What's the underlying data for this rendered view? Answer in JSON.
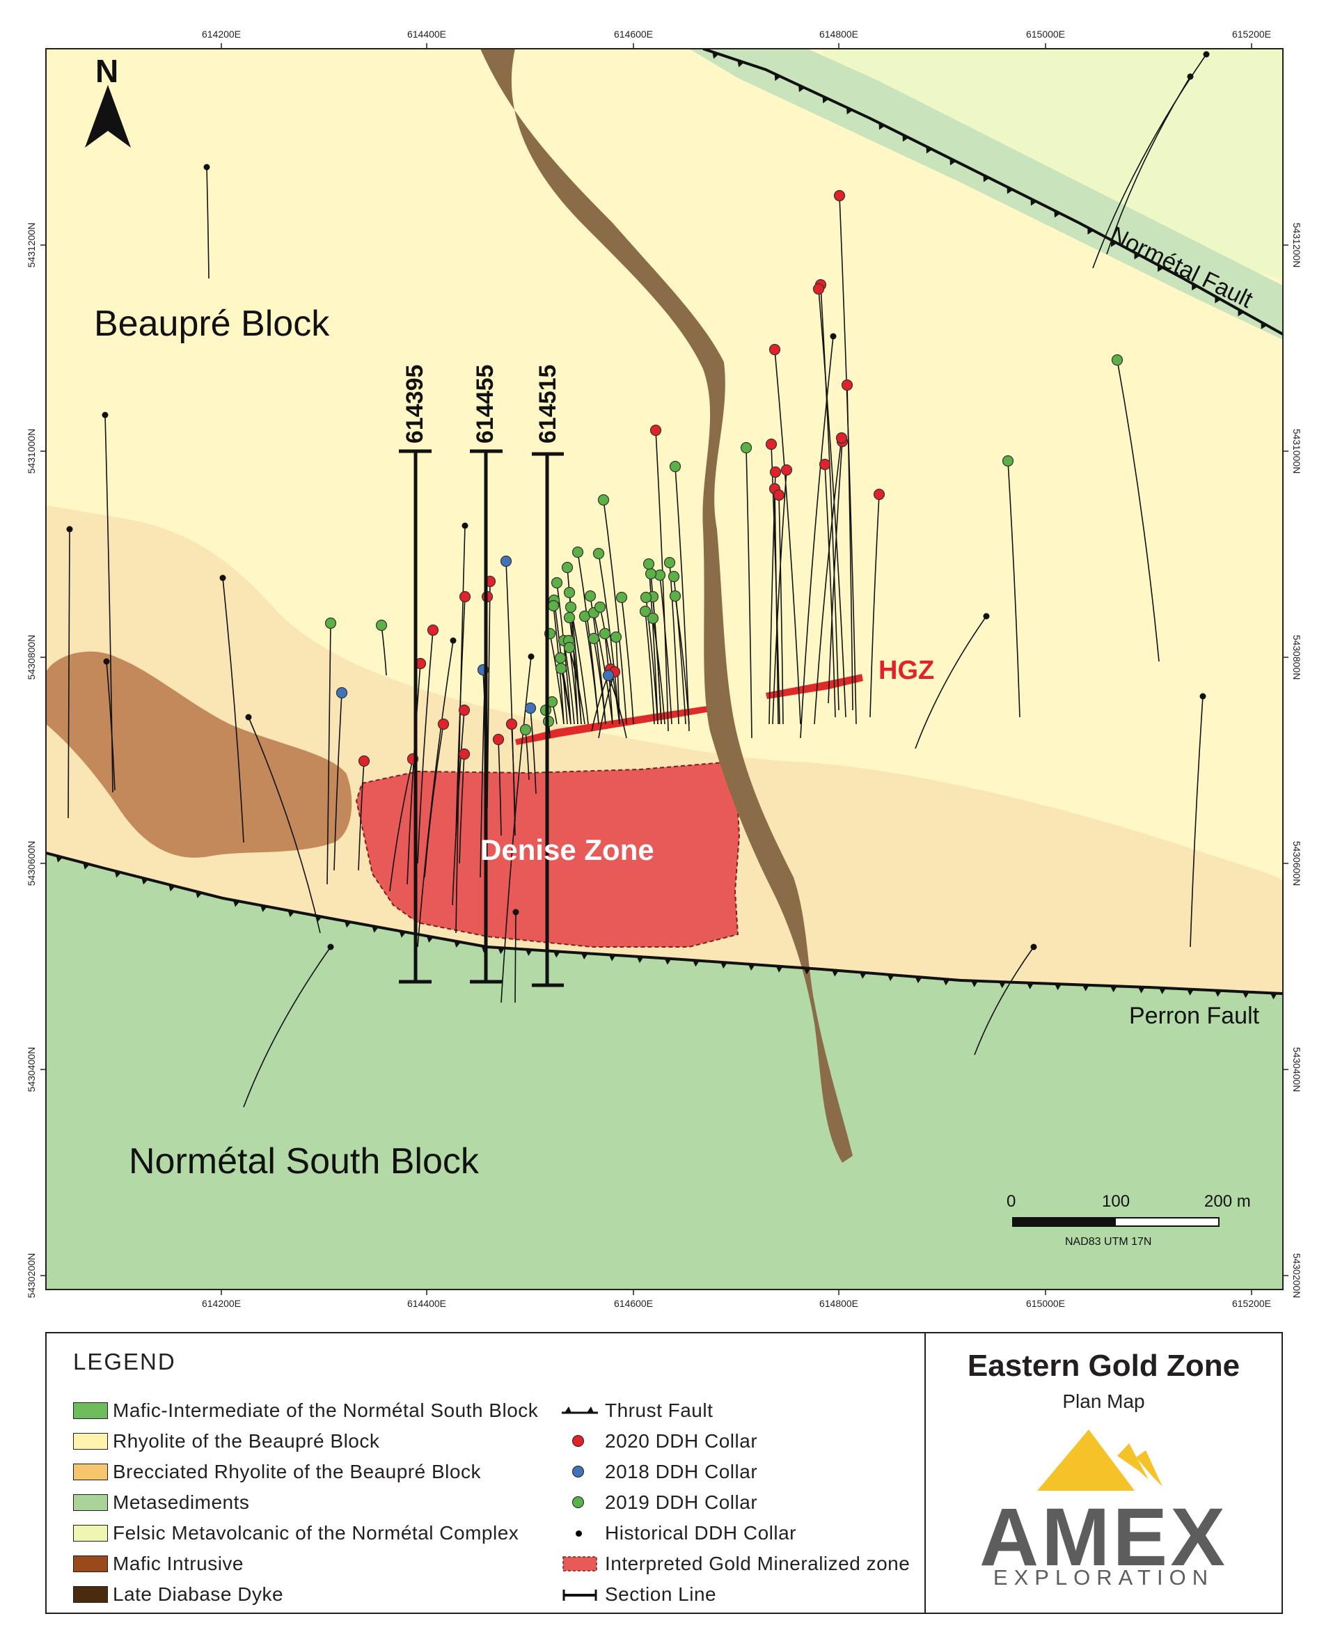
{
  "map": {
    "north_label": "N",
    "easting_labels": [
      "614200E",
      "614400E",
      "614600E",
      "614800E",
      "615000E",
      "615200E"
    ],
    "northing_labels": [
      "5431200N",
      "5431000N",
      "5430800N",
      "5430600N",
      "5430400N",
      "5430200N"
    ],
    "section_lines": [
      "614395",
      "614455",
      "614515"
    ],
    "labels": {
      "beaupre_block": "Beaupré Block",
      "normetal_south_block": "Normétal South Block",
      "normetal_fault": "Normétal Fault",
      "perron_fault": "Perron Fault",
      "hgz": "HGZ",
      "denise_zone": "Denise Zone"
    },
    "scale_bar": {
      "ticks": [
        "0",
        "100",
        "200 m"
      ],
      "datum": "NAD83 UTM 17N"
    }
  },
  "legend": {
    "title": "LEGEND",
    "units": [
      {
        "label": "Mafic-Intermediate of the Normétal South Block",
        "color": "#6dbd5e"
      },
      {
        "label": "Rhyolite of the Beaupré Block",
        "color": "#fff3ad"
      },
      {
        "label": "Brecciated Rhyolite of the Beaupré Block",
        "color": "#f6c56e"
      },
      {
        "label": "Metasediments",
        "color": "#a8d499"
      },
      {
        "label": "Felsic Metavolcanic of the Normétal Complex",
        "color": "#eef6b2"
      },
      {
        "label": "Mafic Intrusive",
        "color": "#9a4a1a"
      },
      {
        "label": "Late Diabase Dyke",
        "color": "#4a2b10"
      }
    ],
    "symbols": {
      "thrust_fault": "Thrust Fault",
      "ddh_2020": "2020 DDH Collar",
      "ddh_2018": "2018 DDH Collar",
      "ddh_2019": "2019 DDH Collar",
      "historical": "Historical DDH Collar",
      "gold_zone": "Interpreted Gold Mineralized zone",
      "section_line": "Section Line"
    }
  },
  "title_block": {
    "title": "Eastern Gold Zone",
    "subtitle": "Plan Map",
    "company": "AMEX",
    "company_sub": "EXPLORATION"
  },
  "colors": {
    "rhyolite": "#fff8c6",
    "breccia": "#fae5b5",
    "south_block": "#b2d9a6",
    "metased": "#c9e3bc",
    "felsic": "#eef8c6",
    "dyke": "#8a6c48",
    "intrusive": "#c4895a",
    "gold_zone": "#e85a57",
    "ddh_2020": "#e0222a",
    "ddh_2018": "#3f74b8",
    "ddh_2019": "#5bb046",
    "logo_gold": "#f5c227"
  }
}
